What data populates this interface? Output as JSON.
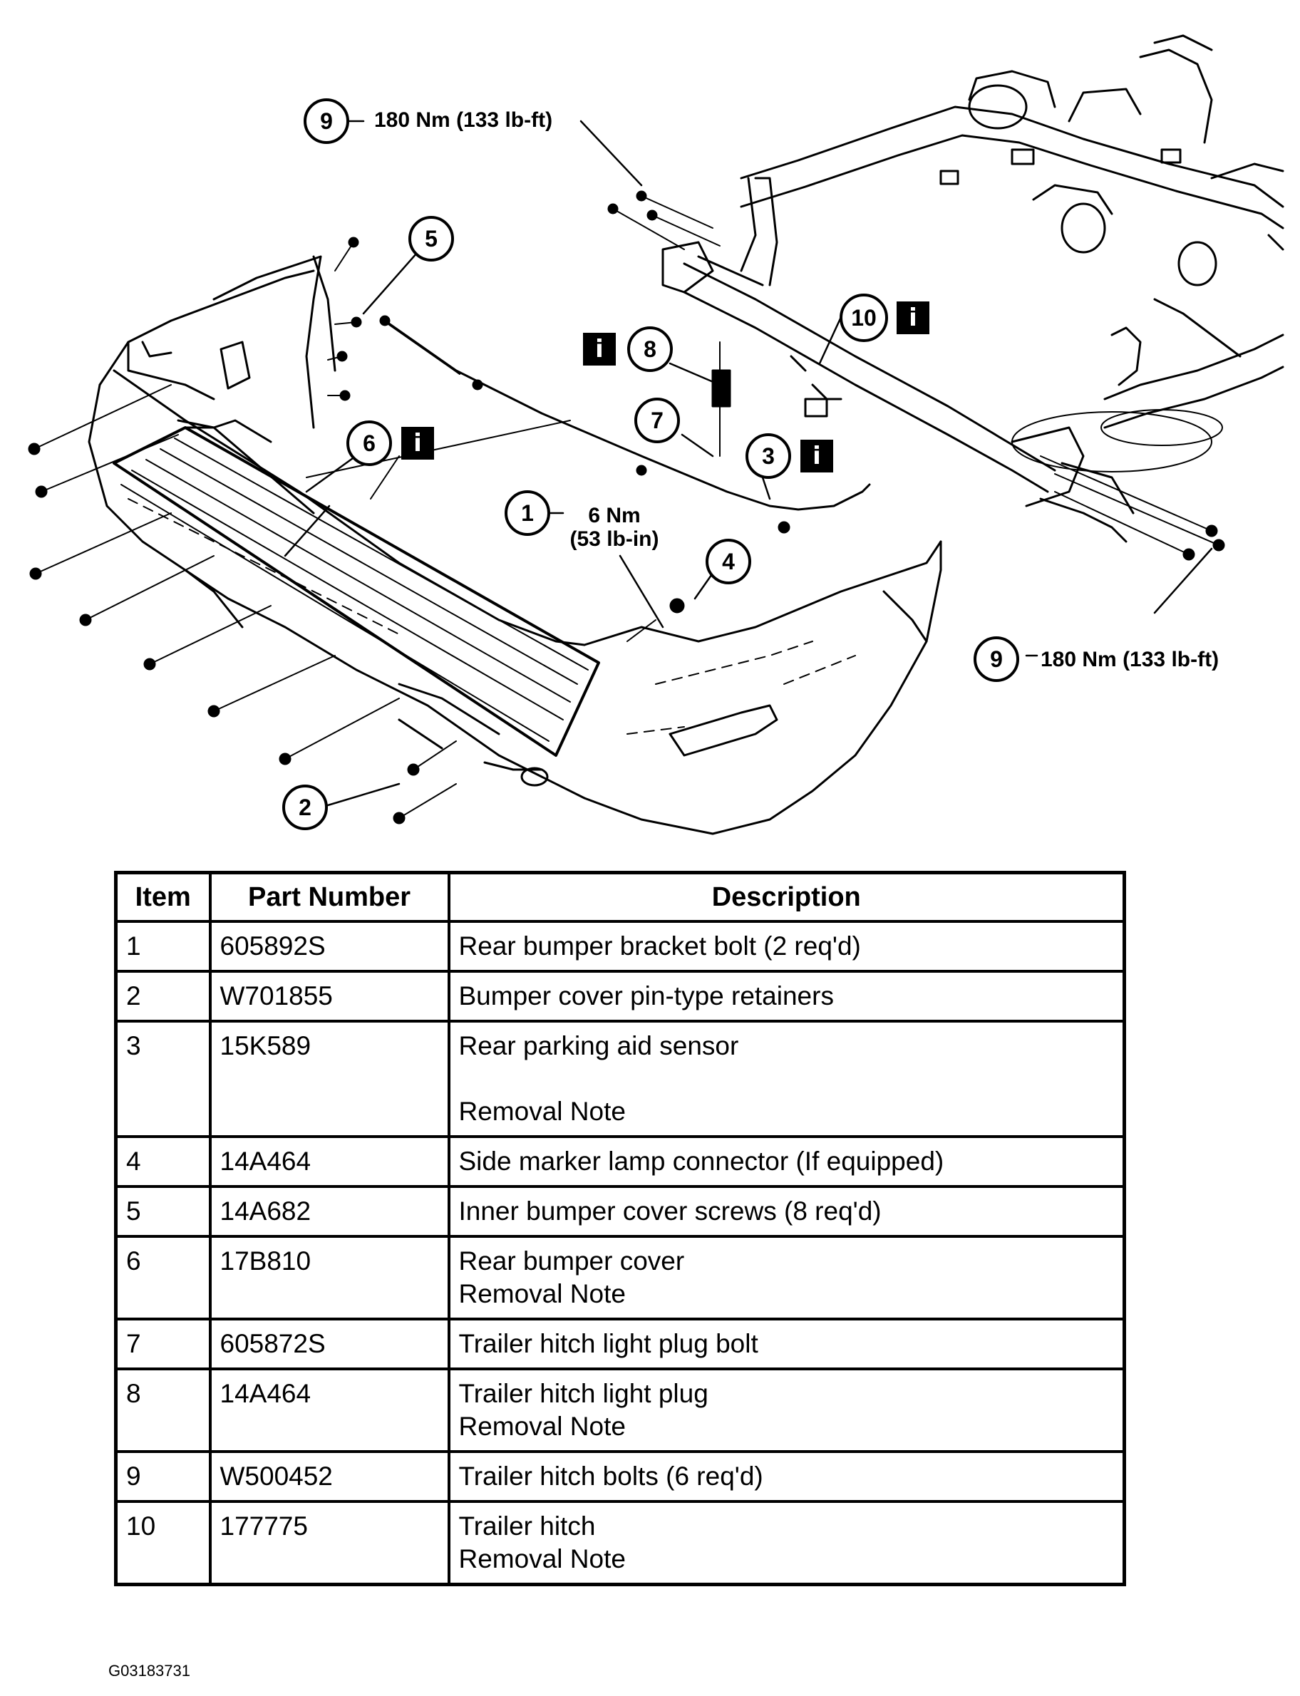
{
  "callouts": {
    "c1": {
      "num": "1",
      "label": "6 Nm",
      "label2": "(53 lb-in)"
    },
    "c2": {
      "num": "2"
    },
    "c3": {
      "num": "3"
    },
    "c4": {
      "num": "4"
    },
    "c5": {
      "num": "5"
    },
    "c6": {
      "num": "6"
    },
    "c7": {
      "num": "7"
    },
    "c8": {
      "num": "8"
    },
    "c9a": {
      "num": "9",
      "label": "180 Nm (133 lb-ft)"
    },
    "c9b": {
      "num": "9",
      "label": "180 Nm (133 lb-ft)"
    },
    "c10": {
      "num": "10"
    }
  },
  "info_badge": "i",
  "table": {
    "headers": {
      "item": "Item",
      "part": "Part Number",
      "desc": "Description"
    },
    "rows": [
      {
        "item": "1",
        "part": "605892S",
        "desc": [
          "Rear bumper bracket bolt (2 req'd)"
        ]
      },
      {
        "item": "2",
        "part": "W701855",
        "desc": [
          "Bumper cover pin-type retainers"
        ]
      },
      {
        "item": "3",
        "part": "15K589",
        "desc": [
          "Rear parking aid sensor",
          "",
          "Removal Note"
        ]
      },
      {
        "item": "4",
        "part": "14A464",
        "desc": [
          "Side marker lamp connector (If equipped)"
        ]
      },
      {
        "item": "5",
        "part": "14A682",
        "desc": [
          "Inner bumper cover screws (8 req'd)"
        ]
      },
      {
        "item": "6",
        "part": "17B810",
        "desc": [
          "Rear bumper cover",
          "Removal Note"
        ]
      },
      {
        "item": "7",
        "part": "605872S",
        "desc": [
          "Trailer hitch light plug bolt"
        ]
      },
      {
        "item": "8",
        "part": "14A464",
        "desc": [
          "Trailer hitch light plug",
          "Removal Note"
        ]
      },
      {
        "item": "9",
        "part": "W500452",
        "desc": [
          "Trailer hitch bolts (6 req'd)"
        ]
      },
      {
        "item": "10",
        "part": "177775",
        "desc": [
          "Trailer hitch",
          "Removal Note"
        ]
      }
    ]
  },
  "footer_code": "G03183731"
}
